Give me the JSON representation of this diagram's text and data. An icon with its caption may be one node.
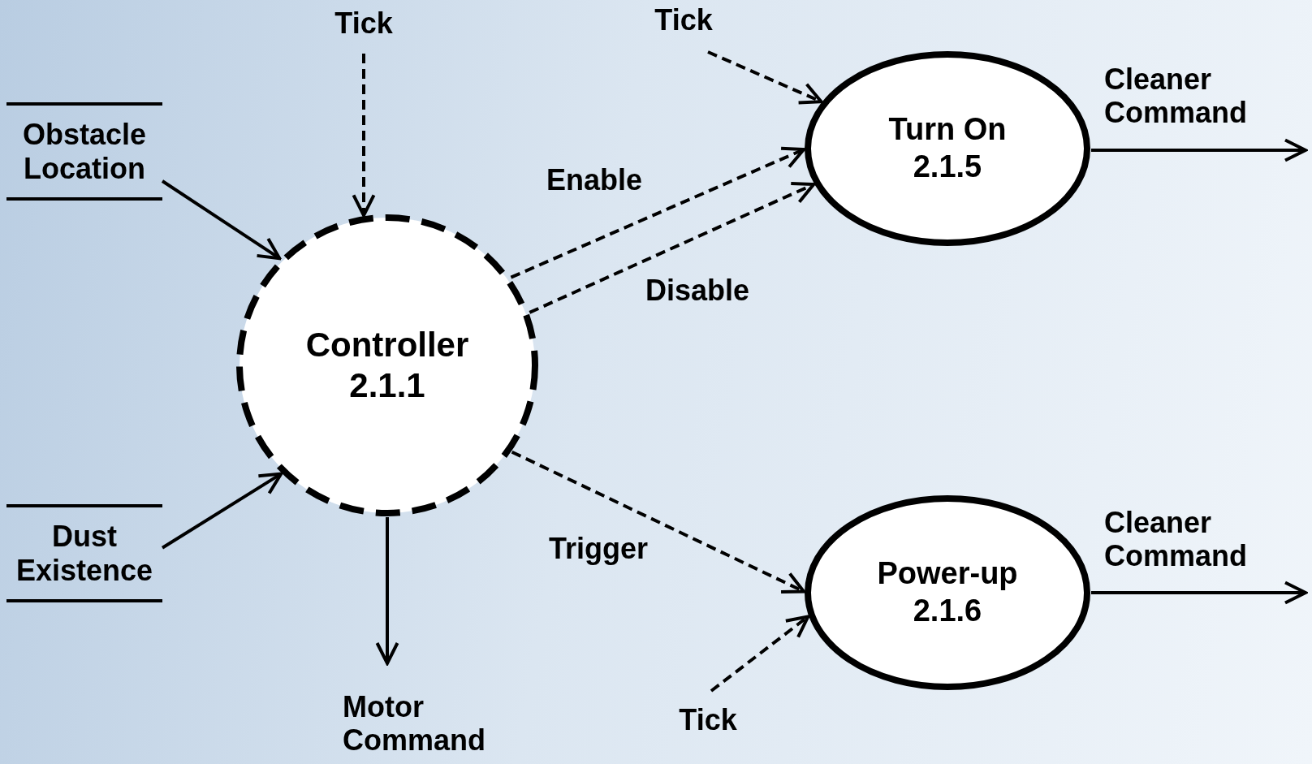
{
  "diagram": {
    "nodes": [
      {
        "text": [
          "Obstacle Location"
        ]
      },
      {
        "text": [
          "Controller",
          "2.1.1"
        ]
      },
      {
        "text": [
          "Turn On",
          "2.1.5"
        ]
      },
      {
        "text": [
          "Dust Existence"
        ]
      },
      {
        "text": [
          "Power-up",
          "2.1.6"
        ]
      }
    ],
    "edges": [
      {
        "from": null,
        "to": 1,
        "arrow": "to",
        "label": "Tick",
        "style": "dashed"
      },
      {
        "from": 0,
        "to": 1,
        "arrow": "to"
      },
      {
        "from": null,
        "to": 2,
        "arrow": "to",
        "label": "Tick",
        "style": "dashed"
      },
      {
        "from": 1,
        "to": 2,
        "arrow": "to",
        "label": "Enable",
        "style": "dashed"
      },
      {
        "from": 1,
        "to": 2,
        "arrow": "to",
        "label": "Disable",
        "style": "dashed"
      },
      {
        "from": 2,
        "to": null,
        "arrow": "to",
        "label": "Cleaner Command"
      },
      {
        "from": 3,
        "to": 1,
        "arrow": "to"
      },
      {
        "from": 1,
        "to": 4,
        "arrow": "to",
        "label": "Trigger",
        "style": "dashed"
      },
      {
        "from": 4,
        "to": null,
        "arrow": "to",
        "label": "Cleaner Command"
      },
      {
        "from": 1,
        "to": null,
        "arrow": "to",
        "label": "Motor Command"
      },
      {
        "from": null,
        "to": 4,
        "arrow": "to",
        "label": "Tick",
        "style": "dashed"
      }
    ]
  }
}
